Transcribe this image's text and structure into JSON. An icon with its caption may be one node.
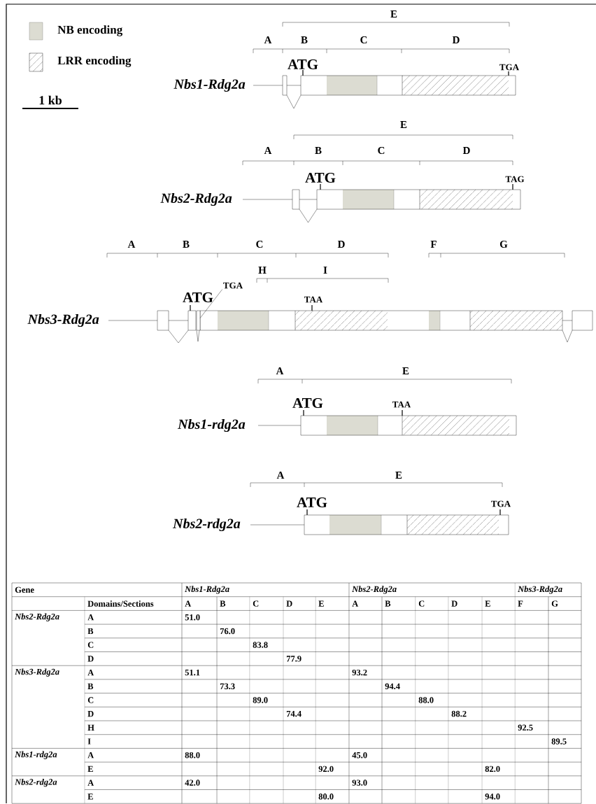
{
  "diagram": {
    "nodes": [
      {
        "text": [
          "TGA"
        ]
      },
      {
        "text": [],
        "shape": "box"
      }
    ],
    "edges": [
      {
        "from": 0,
        "to": 1,
        "arrow": "none"
      }
    ],
    "labels": [
      "E",
      "A",
      "B",
      "C",
      "D",
      "ATG",
      "TGA",
      "Nbs1-Rdg2a",
      "1 kb",
      "E",
      "A",
      "B",
      "C",
      "D",
      "ATG",
      "TAG",
      "Nbs2-Rdg2a",
      "A",
      "B",
      "C",
      "D",
      "F",
      "G",
      "H",
      "I",
      "ATG",
      "TAA",
      "Nbs3-Rdg2a",
      "A",
      "E",
      "ATG",
      "TAA",
      "Nbs1-rdg2a",
      "A",
      "E",
      "ATG",
      "TGA",
      "Nbs2-rdg2a",
      "Gene",
      "Nbs1-Rdg2a",
      "Nbs2-Rdg2a",
      "Nbs3-Rdg2a",
      "Domains/Sections",
      "A",
      "B",
      "C",
      "D",
      "E",
      "A",
      "B",
      "C",
      "D",
      "E",
      "F",
      "G",
      "Nbs2-Rdg2a",
      "A",
      "51.0",
      "B",
      "76.0",
      "C",
      "83.8",
      "D",
      "77.9",
      "Nbs3-Rdg2a",
      "A",
      "51.1",
      "93.2",
      "B",
      "73.3",
      "94.4",
      "C",
      "89.0",
      "88.0",
      "D",
      "74.4",
      "88.2",
      "H",
      "92.5",
      "I",
      "89.5",
      "Nbs1-rdg2a",
      "A",
      "88.0",
      "45.0",
      "E",
      "92.0",
      "82.0",
      "Nbs2-rdg2a",
      "A",
      "42.0",
      "93.0",
      "E",
      "80.0",
      "94.0"
    ],
    "legend": [
      {
        "text": "NB encoding",
        "color": "#dcdcd2"
      },
      {
        "text": "LRR encoding"
      }
    ]
  }
}
